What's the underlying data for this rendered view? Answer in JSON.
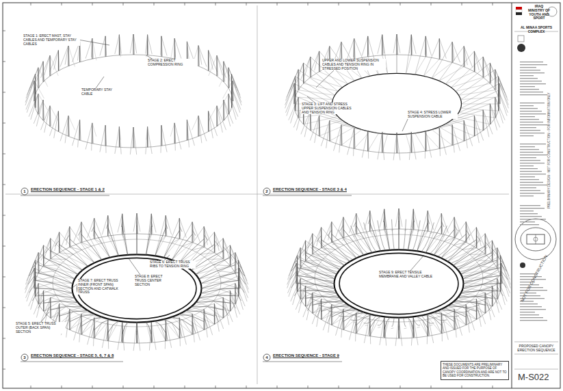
{
  "diagram": {
    "nodes": [
      {
        "text": [
          "THESE DOCUMENTS ARE PRELIMINARY AND ISSUED FOR THE PURPOSE OF CANOPY COORDINATION AND ARE NOT TO BE USED FOR CONSTRUCTION."
        ]
      }
    ],
    "labels": [
      "STAGE 1: ERECT MAST, STAY CABLES AND TEMPORARY STAY CABLES",
      "STAGE 2: ERECT COMPRESSION RING",
      "TEMPORARY STAY CABLE",
      "1",
      "ERECTION SEQUENCE - STAGE 1 & 2",
      "UPPER AND LOWER SUSPENSION CABLES AND TENSION RING IN STRESSED POSITION",
      "STAGE 3: LIFT AND STRESS UPPER SUSPENSION CABLES AND TENSION RING",
      "STAGE 4: STRESS LOWER SUSPENSION CABLE",
      "2",
      "ERECTION SEQUENCE - STAGE 3 & 4",
      "STAGE 6: ERECT TRUSS RIBS TO TENSION RING",
      "STAGE 7: ERECT TRUSS INNER (FRONT SPAN) SECTION AND CATWALK TRUSS",
      "STAGE 8: ERECT TRUSS CENTER SECTION",
      "STAGE 5: ERECT TRUSS OUTER (BACK SPAN) SECTION",
      "3",
      "ERECTION SEQUENCE - STAGE 5, 6, 7 & 8",
      "STAGE 9: ERECT TENSILE MEMBRANE AND VALLEY CABLE",
      "4",
      "ERECTION SEQUENCE - STAGE 9",
      "IRAQ MINISTRY OF YOUTH AND SPORT",
      "AL MINAA SPORTS COMPLEX",
      "PRELIMINARY DESIGN - NOT FOR CONSTRUCTION - FOR INFORMATION ONLY",
      "NOT FOR CONSTRUCTION",
      "PROPOSED CANOPY ERECTION SEQUENCE",
      "M-S022"
    ]
  }
}
